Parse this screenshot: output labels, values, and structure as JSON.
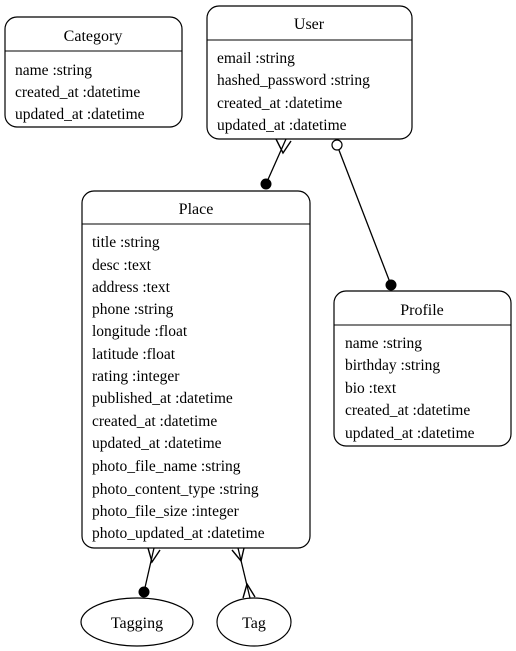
{
  "entities": {
    "category": {
      "title": "Category",
      "attrs": [
        "name :string",
        "created_at :datetime",
        "updated_at :datetime"
      ]
    },
    "user": {
      "title": "User",
      "attrs": [
        "email :string",
        "hashed_password :string",
        "created_at :datetime",
        "updated_at :datetime"
      ]
    },
    "place": {
      "title": "Place",
      "attrs": [
        "title :string",
        "desc :text",
        "address :text",
        "phone :string",
        "longitude :float",
        "latitude :float",
        "rating :integer",
        "published_at :datetime",
        "created_at :datetime",
        "updated_at :datetime",
        "photo_file_name :string",
        "photo_content_type :string",
        "photo_file_size :integer",
        "photo_updated_at :datetime"
      ]
    },
    "profile": {
      "title": "Profile",
      "attrs": [
        "name :string",
        "birthday :string",
        "bio :text",
        "created_at :datetime",
        "updated_at :datetime"
      ]
    }
  },
  "nodes": {
    "tagging": {
      "label": "Tagging"
    },
    "tag": {
      "label": "Tag"
    }
  },
  "relations": [
    {
      "from": "user",
      "to": "place",
      "from_end": "crow-foot",
      "to_end": "filled-dot"
    },
    {
      "from": "user",
      "to": "profile",
      "from_end": "open-dot",
      "to_end": "filled-dot"
    },
    {
      "from": "place",
      "to": "tagging",
      "from_end": "crow-foot",
      "to_end": "filled-dot"
    },
    {
      "from": "place",
      "to": "tag",
      "from_end": "crow-foot",
      "to_end": "crow-foot"
    }
  ]
}
